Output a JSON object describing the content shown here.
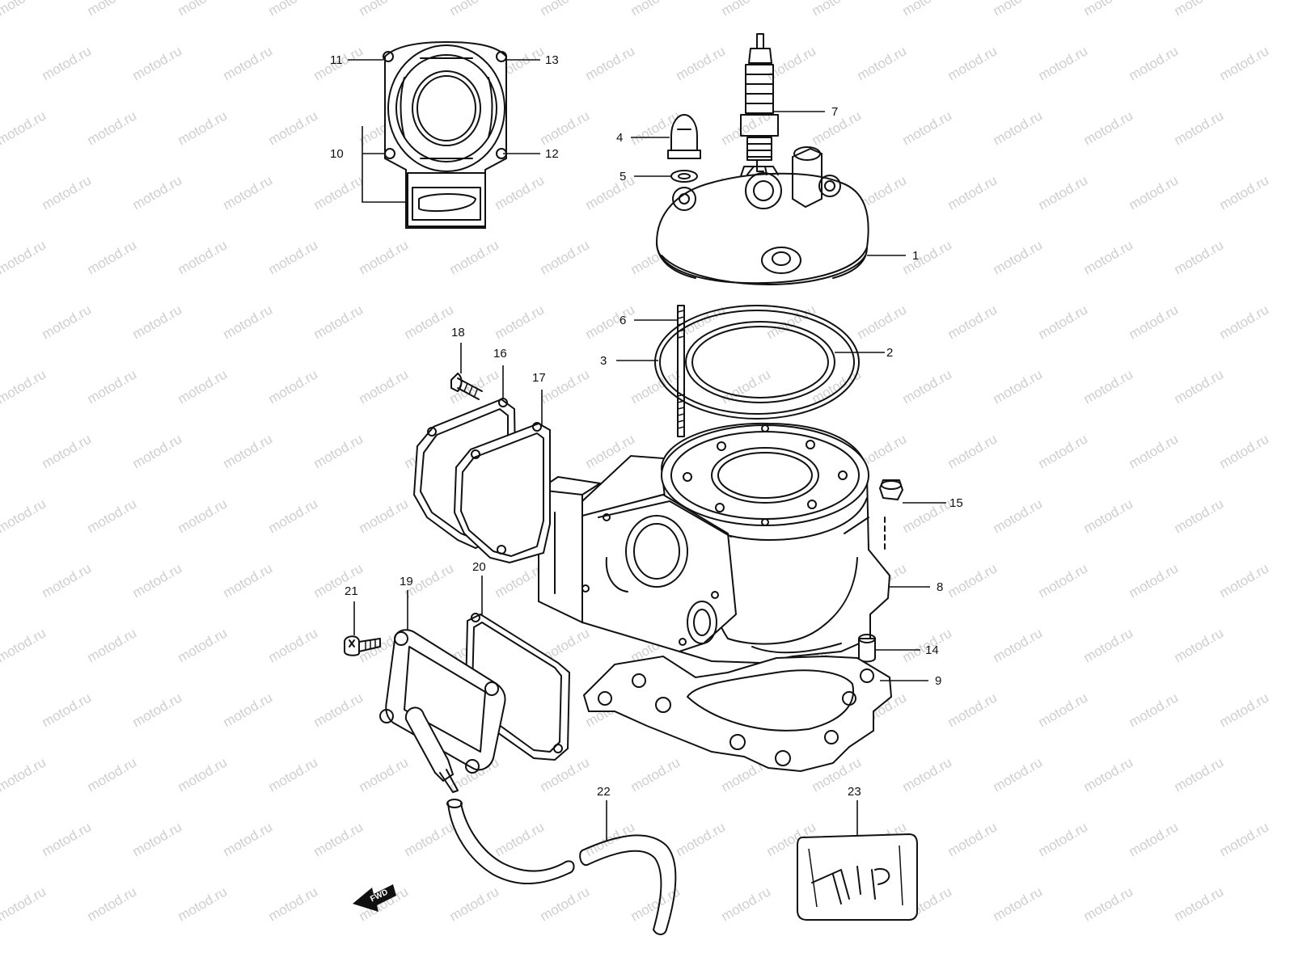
{
  "watermark": "motod.ru",
  "direction_label": "FWD",
  "callouts": [
    {
      "id": "c1",
      "label": "1"
    },
    {
      "id": "c2",
      "label": "2"
    },
    {
      "id": "c3",
      "label": "3"
    },
    {
      "id": "c4",
      "label": "4"
    },
    {
      "id": "c5",
      "label": "5"
    },
    {
      "id": "c6",
      "label": "6"
    },
    {
      "id": "c7",
      "label": "7"
    },
    {
      "id": "c8",
      "label": "8"
    },
    {
      "id": "c9",
      "label": "9"
    },
    {
      "id": "c10",
      "label": "10"
    },
    {
      "id": "c11",
      "label": "11"
    },
    {
      "id": "c12",
      "label": "12"
    },
    {
      "id": "c13",
      "label": "13"
    },
    {
      "id": "c14",
      "label": "14"
    },
    {
      "id": "c15",
      "label": "15"
    },
    {
      "id": "c16",
      "label": "16"
    },
    {
      "id": "c17",
      "label": "17"
    },
    {
      "id": "c18",
      "label": "18"
    },
    {
      "id": "c19",
      "label": "19"
    },
    {
      "id": "c20",
      "label": "20"
    },
    {
      "id": "c21",
      "label": "21"
    },
    {
      "id": "c22",
      "label": "22"
    },
    {
      "id": "c23",
      "label": "23"
    }
  ]
}
